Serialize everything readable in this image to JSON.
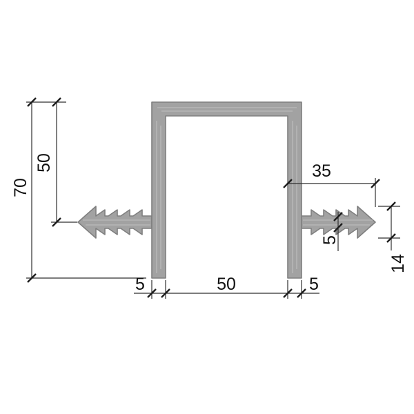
{
  "drawing": {
    "type": "technical-cross-section-profile",
    "dimension_labels": {
      "overall_height": "70",
      "upper_inner_height": "50",
      "right_rib_length": "35",
      "rib_web_thickness": "5",
      "rib_height": "14",
      "bottom_left_wall": "5",
      "bottom_inner_width": "50",
      "bottom_right_wall": "5"
    },
    "colors": {
      "background": "#ffffff",
      "profile_fill": "#a2a2a2",
      "profile_stroke": "#7f7f7f",
      "dimension_line": "#2e2e2e",
      "label_text": "#111111"
    }
  }
}
